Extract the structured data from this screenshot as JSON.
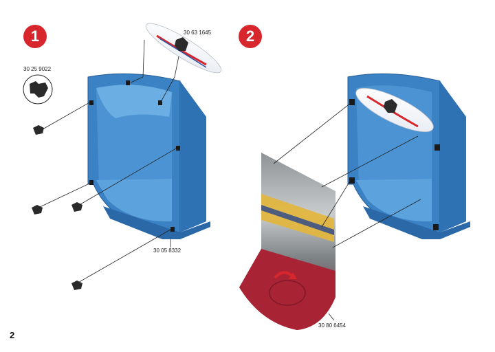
{
  "page": {
    "number": "2"
  },
  "steps": [
    {
      "label": "1"
    },
    {
      "label": "2"
    }
  ],
  "part_numbers": {
    "clip_part": "30 25 9022",
    "sign_part": "30 63 1645",
    "peg_part": "30 05 8332",
    "backdrop_part": "30 80 6454"
  },
  "colors": {
    "badge": "#d7262c",
    "box_blue": "#3b82c4",
    "box_dark": "#2a68a8",
    "box_light": "#5aa0dc",
    "sticker_red": "#a82435"
  }
}
